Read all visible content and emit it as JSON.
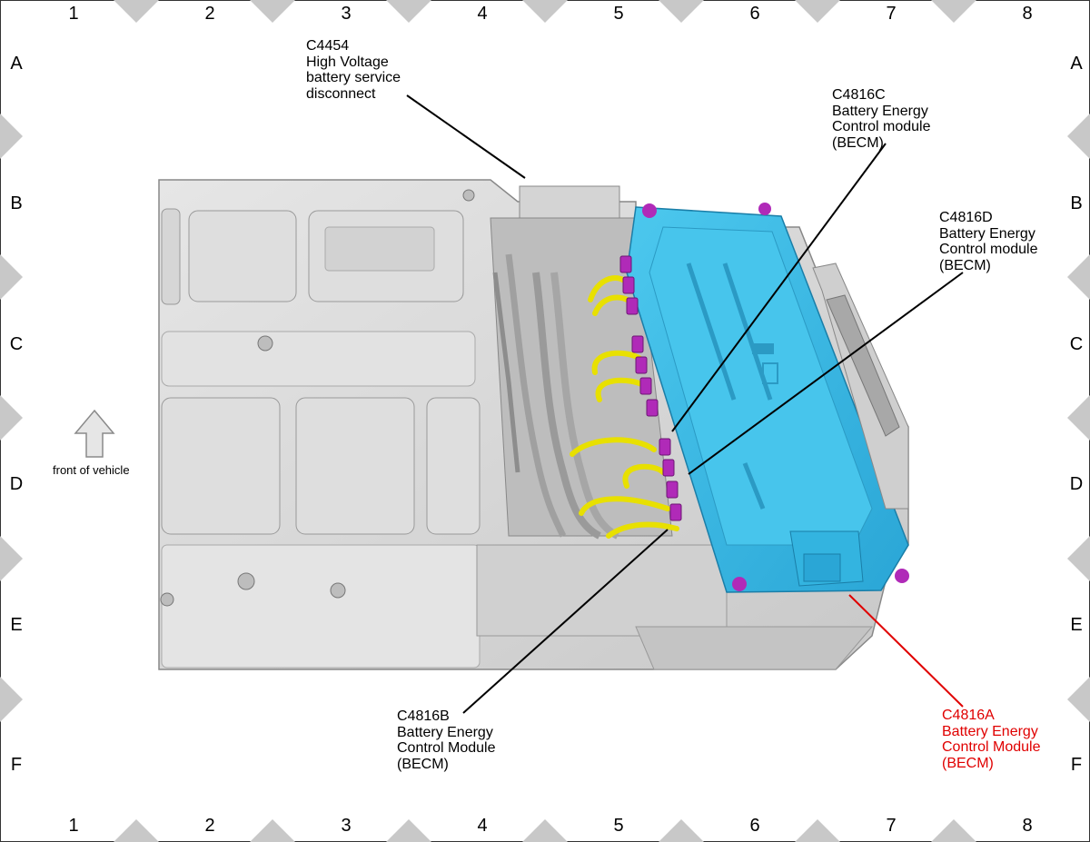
{
  "grid": {
    "columns": [
      "1",
      "2",
      "3",
      "4",
      "5",
      "6",
      "7",
      "8"
    ],
    "rows": [
      "A",
      "B",
      "C",
      "D",
      "E",
      "F"
    ]
  },
  "front_arrow": {
    "label": "front of vehicle"
  },
  "callouts": {
    "c4454": {
      "lines": [
        "C4454",
        "High Voltage",
        "battery service",
        "disconnect"
      ]
    },
    "c4816c": {
      "lines": [
        "C4816C",
        "Battery Energy",
        "Control module",
        "(BECM)"
      ]
    },
    "c4816d": {
      "lines": [
        "C4816D",
        "Battery Energy",
        "Control module",
        "(BECM)"
      ]
    },
    "c4816b": {
      "lines": [
        "C4816B",
        "Battery Energy",
        "Control Module",
        "(BECM)"
      ]
    },
    "c4816a": {
      "lines": [
        "C4816A",
        "Battery Energy",
        "Control Module",
        "(BECM)"
      ],
      "color": "#e00000"
    }
  },
  "colors": {
    "module_body": "#39bfe6",
    "connector": "#b02ab8",
    "harness": "#e8e000",
    "housing": "#d9d9d9"
  }
}
